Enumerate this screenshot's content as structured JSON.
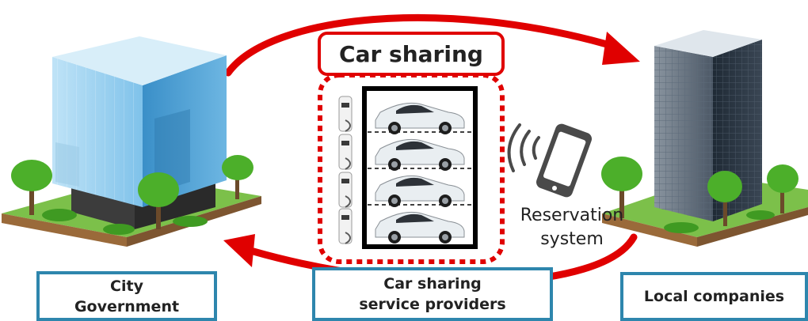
{
  "title": "Car sharing",
  "labels": {
    "city_line1": "City",
    "city_line2": "Government",
    "providers_line1": "Car sharing",
    "providers_line2": "service providers",
    "local_companies": "Local companies",
    "reservation_line1": "Reservation",
    "reservation_line2": "system"
  },
  "colors": {
    "arrow_red": "#e00000",
    "label_border": "#2e86ad",
    "car_body": "#e9eef1",
    "glass_building": "#5aa8d8",
    "dark_building": "#2d3a47",
    "tree": "#4caf2a"
  }
}
